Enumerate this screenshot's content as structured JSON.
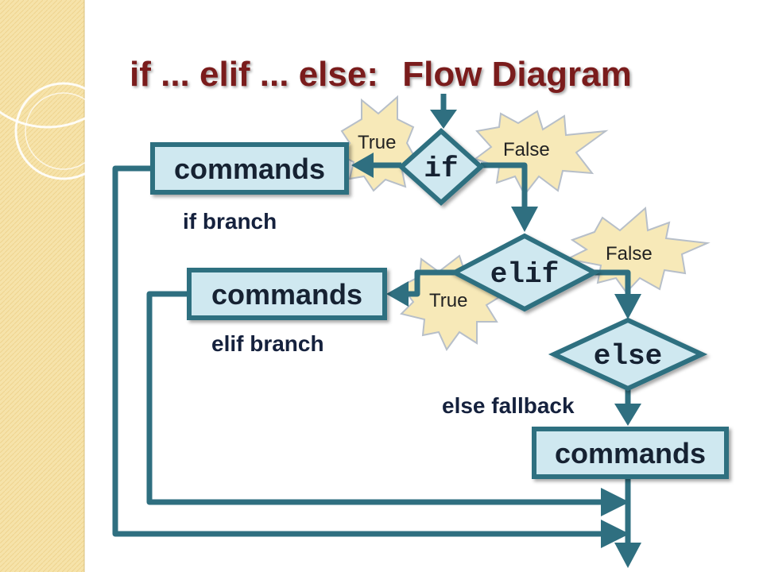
{
  "title": {
    "part1": "if ... elif ... else:",
    "part2": "Flow Diagram"
  },
  "nodes": {
    "if": "if",
    "elif": "elif",
    "else": "else",
    "commands_if": "commands",
    "commands_elif": "commands",
    "commands_else": "commands"
  },
  "branch_labels": {
    "if_branch": "if branch",
    "elif_branch": "elif branch",
    "else_fallback": "else fallback"
  },
  "bursts": {
    "if_true": "True",
    "if_false": "False",
    "elif_true": "True",
    "elif_false": "False"
  },
  "colors": {
    "title": "#7a1e1e",
    "arrow": "#2f6f80",
    "box_fill": "#cfe8f0",
    "burst_fill": "#f7e9b8",
    "burst_stroke": "#b7bfc9",
    "sidebar": "#f6e3aa"
  }
}
